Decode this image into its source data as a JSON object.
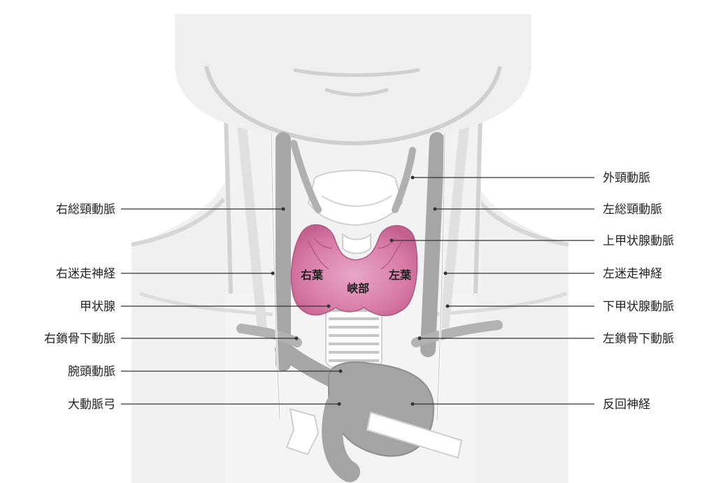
{
  "diagram": {
    "labels_left": {
      "right_common_carotid": "右総頸動脈",
      "right_vagus_nerve": "右迷走神経",
      "thyroid_gland": "甲状腺",
      "right_subclavian_artery": "右鎖骨下動脈",
      "brachiocephalic_artery": "腕頭動脈",
      "aortic_arch": "大動脈弓"
    },
    "labels_right": {
      "external_carotid": "外頸動脈",
      "left_common_carotid": "左総頸動脈",
      "superior_thyroid_artery": "上甲状腺動脈",
      "left_vagus_nerve": "左迷走神経",
      "inferior_thyroid_artery": "下甲状腺動脈",
      "left_subclavian_artery": "左鎖骨下動脈",
      "recurrent_nerve": "反回神経"
    },
    "thyroid_labels": {
      "right_lobe": "右葉",
      "isthmus": "峡部",
      "left_lobe": "左葉"
    },
    "colors": {
      "thyroid": "#d77aa6",
      "vessels": "#a9a9a9",
      "skin": "#efefef",
      "outline": "#c8c8c8",
      "lead_lines": "#333333"
    }
  }
}
